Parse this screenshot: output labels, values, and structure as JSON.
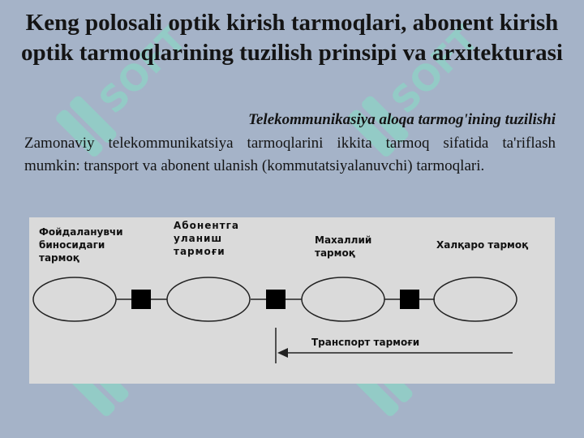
{
  "slide": {
    "title": "Keng polosali optik kirish tarmoqlari, abonent kirish optik tarmoqlarining tuzilish prinsipi va arxitekturasi",
    "subheading": "Telekommunikasiya aloqa tarmog'ining tuzilishi",
    "body": "Zamonaviy telekommunikatsiya tarmoqlarini ikkita tarmoq sifatida ta'riflash mumkin: transport va abonent ulanish (kommutatsiyalanuvchi) tarmoqlari."
  },
  "diagram": {
    "labels": {
      "user_premises": "Фойдаланувчи\nбиносидаги\nтармоқ",
      "access_network": "Абонентга\nуланиш\nтармоғи",
      "local_network": "Махаллий\nтармоқ",
      "international_network": "Халқаро тармоқ",
      "transport_network": "Транспорт тармоғи"
    }
  },
  "watermark": {
    "text": "SOFT",
    "color": "#7ee8c4"
  }
}
